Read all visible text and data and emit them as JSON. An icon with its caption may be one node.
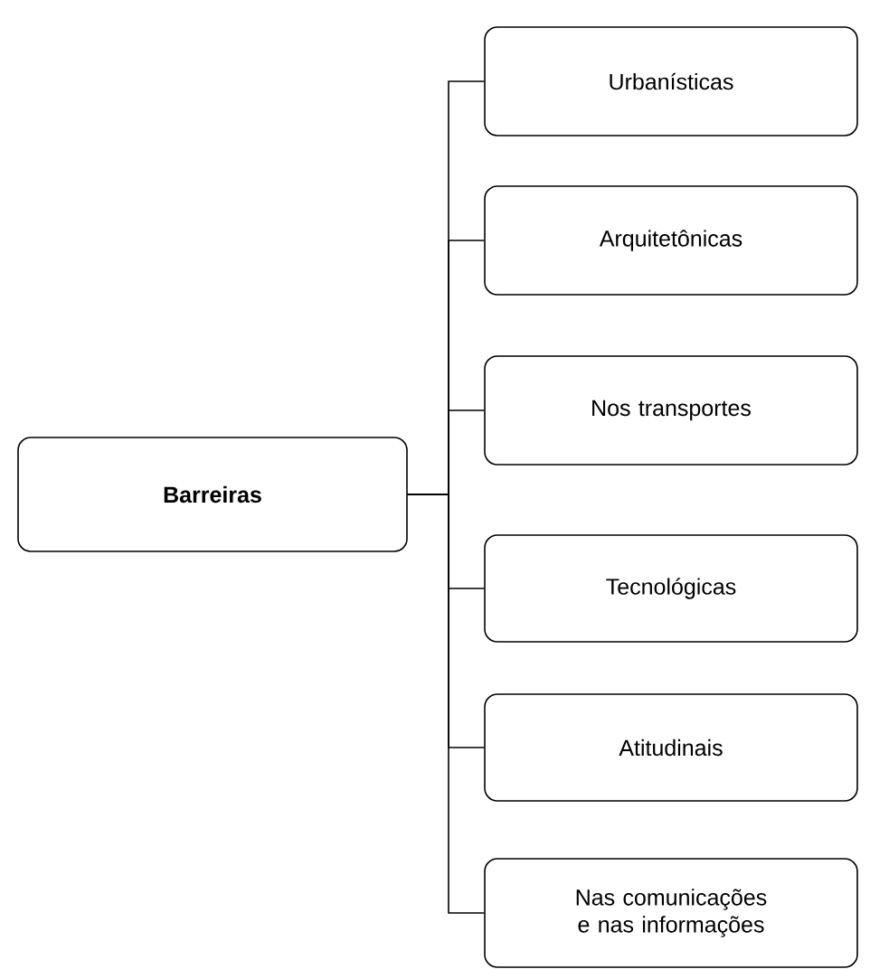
{
  "diagram": {
    "nodes": [
      {
        "text": [
          "**Barreiras**"
        ]
      },
      {
        "text": [
          "Urbanísticas"
        ]
      },
      {
        "text": [
          "Arquitetônicas"
        ]
      },
      {
        "text": [
          "Nos transportes"
        ]
      },
      {
        "text": [
          "Tecnológicas"
        ]
      },
      {
        "text": [
          "Atitudinais"
        ]
      },
      {
        "text": [
          "Nas comunicações e nas informações"
        ]
      }
    ],
    "edges": [
      {
        "from": 0,
        "to": 1,
        "arrow": "none"
      },
      {
        "from": 0,
        "to": 2,
        "arrow": "none"
      },
      {
        "from": 0,
        "to": 3,
        "arrow": "none"
      },
      {
        "from": 0,
        "to": 4,
        "arrow": "none"
      },
      {
        "from": 0,
        "to": 5,
        "arrow": "none"
      },
      {
        "from": 0,
        "to": 6,
        "arrow": "none"
      }
    ]
  }
}
